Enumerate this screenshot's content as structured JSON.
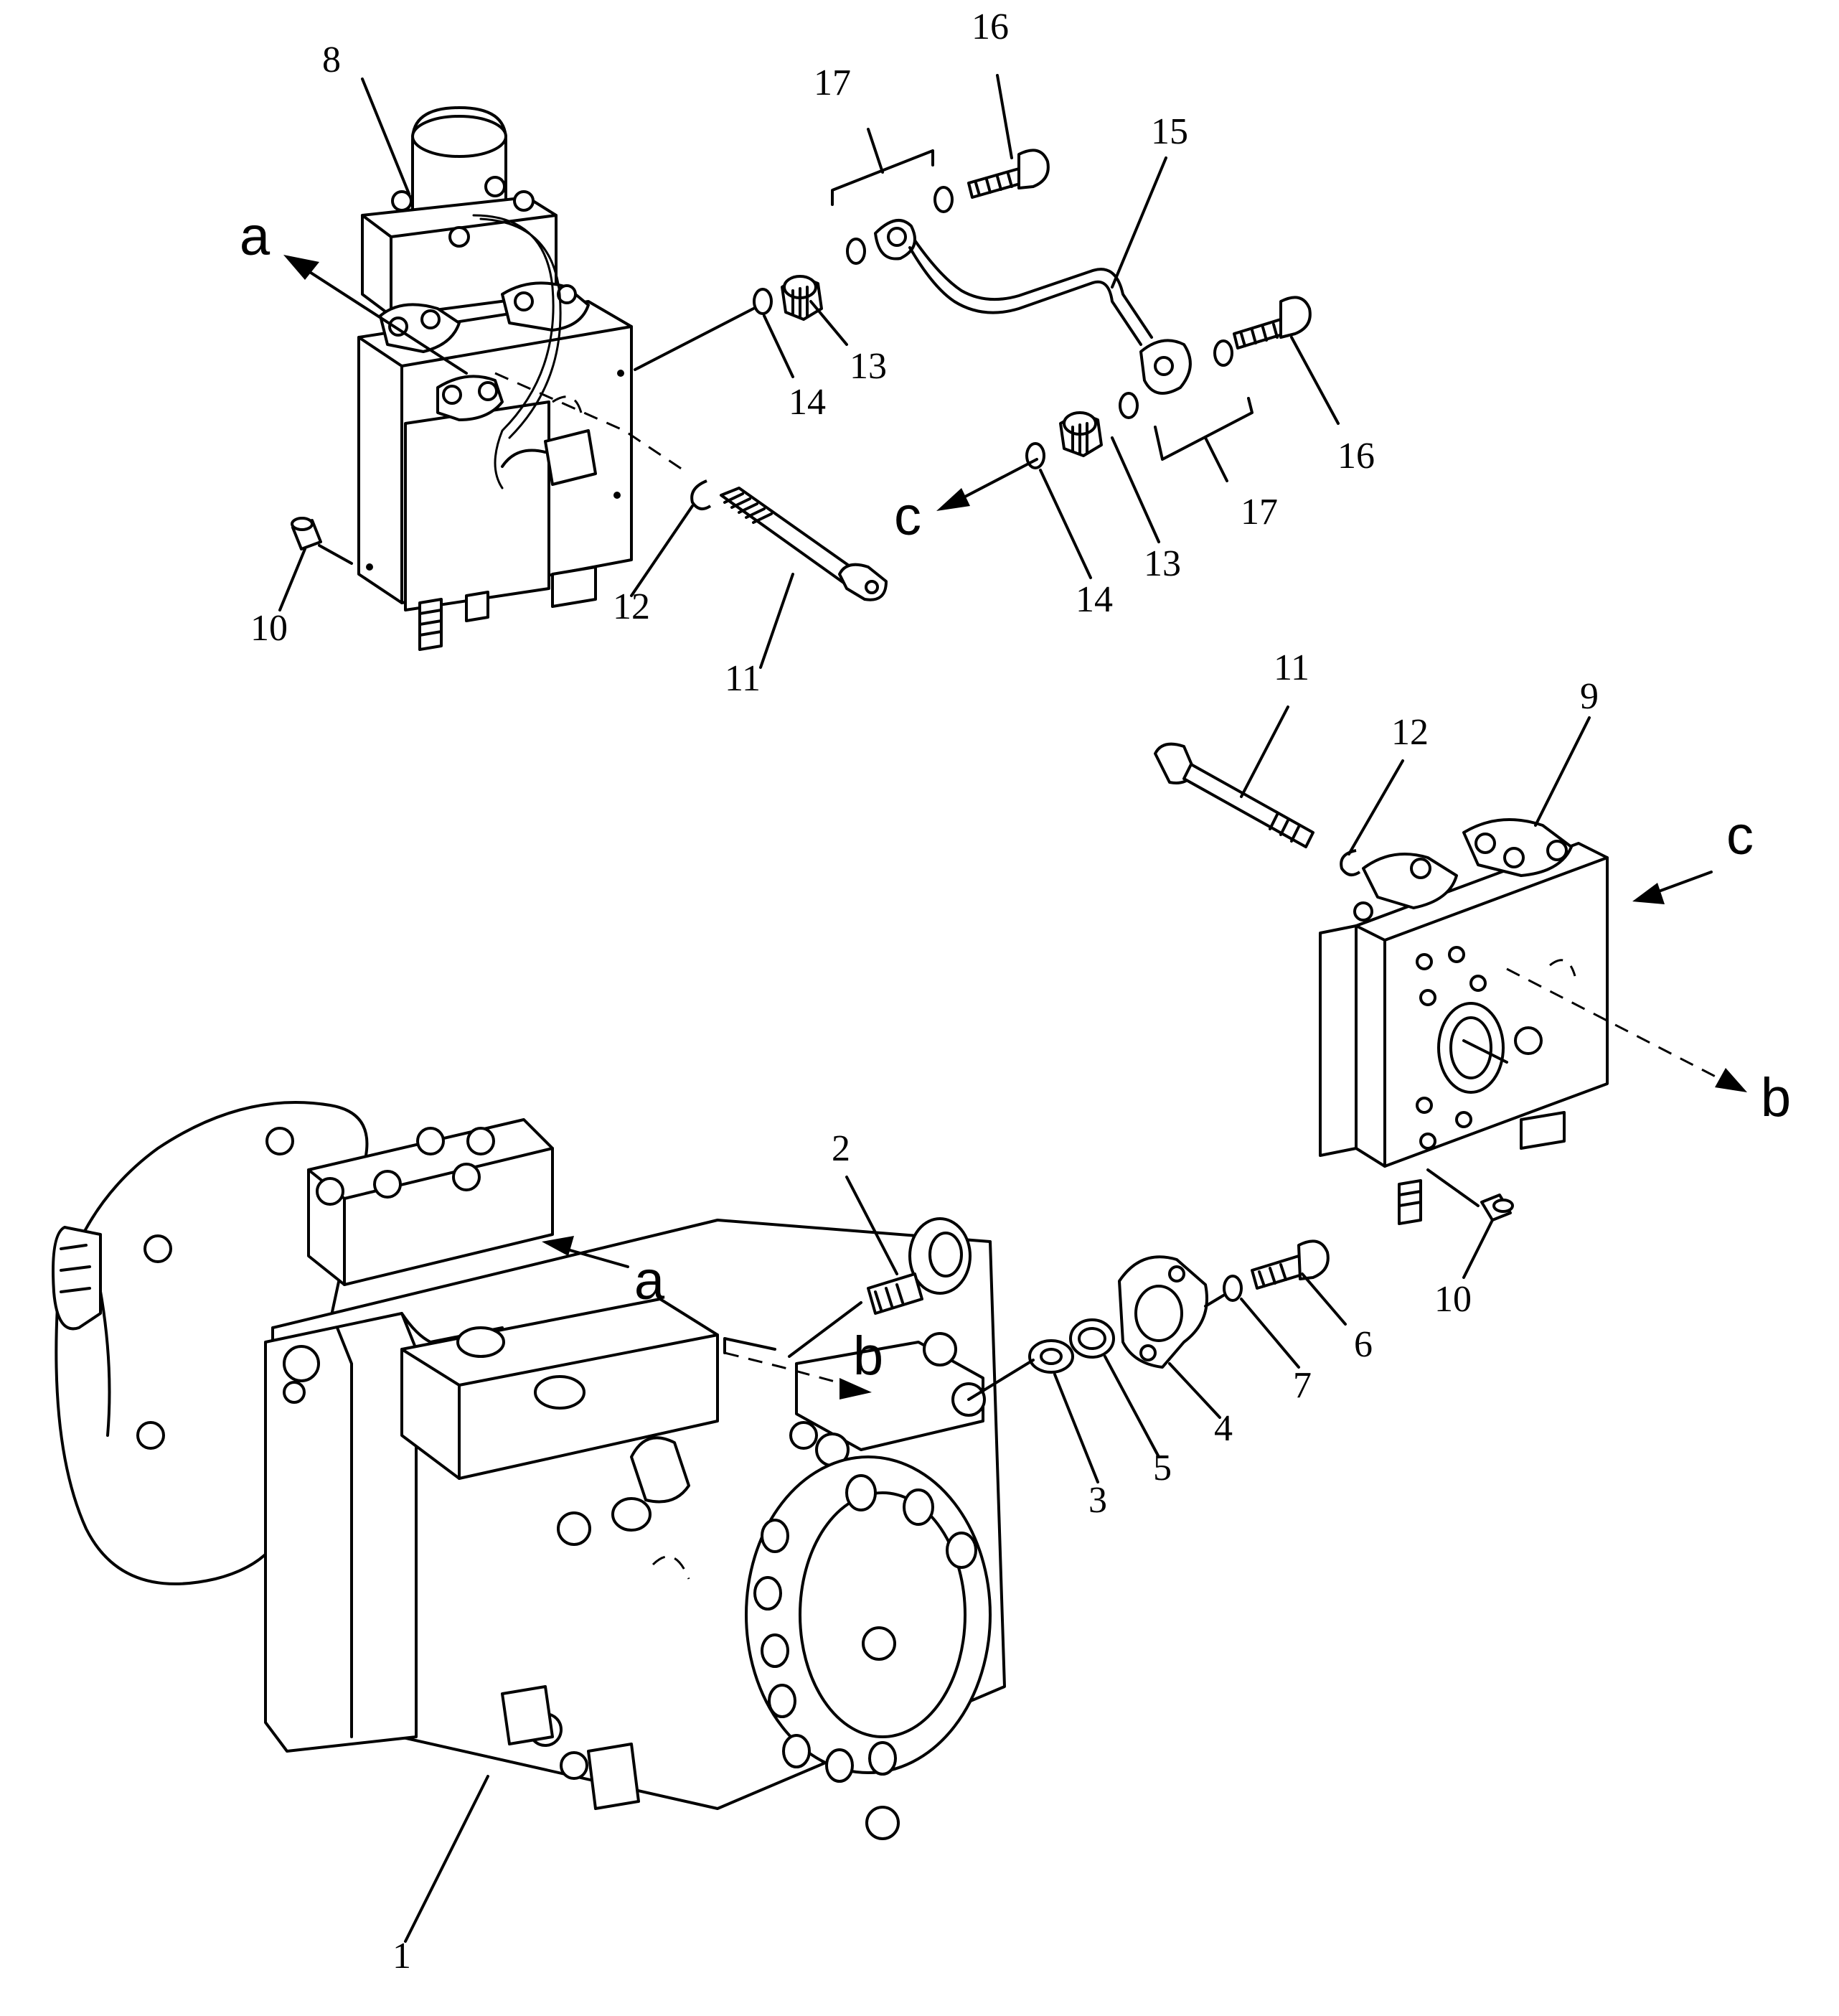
{
  "callouts": {
    "c1": "1",
    "c2": "2",
    "c3": "3",
    "c4": "4",
    "c5": "5",
    "c6": "6",
    "c7": "7",
    "c8": "8",
    "c9": "9",
    "c10a": "10",
    "c10b": "10",
    "c11a": "11",
    "c11b": "11",
    "c12a": "12",
    "c12b": "12",
    "c13a": "13",
    "c13b": "13",
    "c14a": "14",
    "c14b": "14",
    "c15": "15",
    "c16a": "16",
    "c16b": "16",
    "c17a": "17",
    "c17b": "17"
  },
  "refs": {
    "a_top": "a",
    "a_pump": "a",
    "b_pump": "b",
    "b_valve": "b",
    "c_top": "c",
    "c_valve": "c"
  }
}
